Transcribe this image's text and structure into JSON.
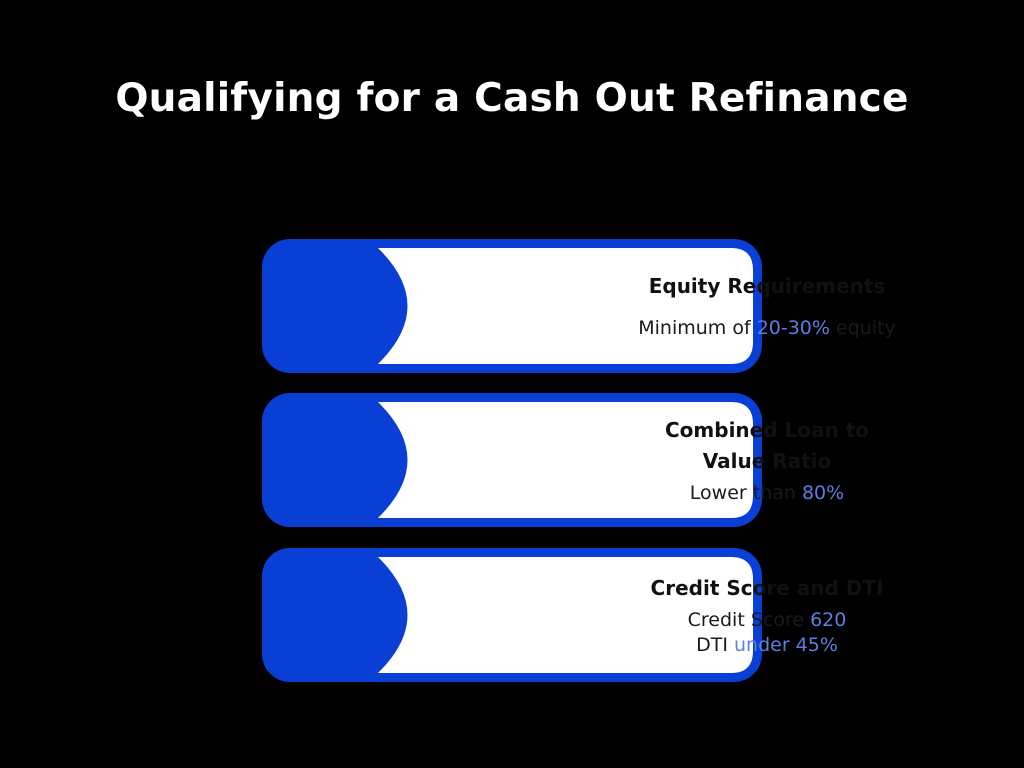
{
  "title": "Qualifying for a Cash Out Refinance",
  "colors": {
    "background": "#000000",
    "accent_blue": "#0a3fd6",
    "highlight": "#5b7fe0",
    "card_fill": "#ffffff"
  },
  "cards": [
    {
      "heading_lines": [
        "Equity Requirements"
      ],
      "details": [
        {
          "before": "Minimum of ",
          "highlight": "20-30%",
          "after": " equity"
        }
      ]
    },
    {
      "heading_lines": [
        "Combined Loan to",
        "Value Ratio"
      ],
      "details": [
        {
          "before": "Lower than ",
          "highlight": "80%",
          "after": ""
        }
      ]
    },
    {
      "heading_lines": [
        "Credit Score and DTI"
      ],
      "details": [
        {
          "before": "Credit Score ",
          "highlight": "620",
          "after": ""
        },
        {
          "before": "DTI ",
          "highlight": "under 45%",
          "after": ""
        }
      ]
    }
  ]
}
